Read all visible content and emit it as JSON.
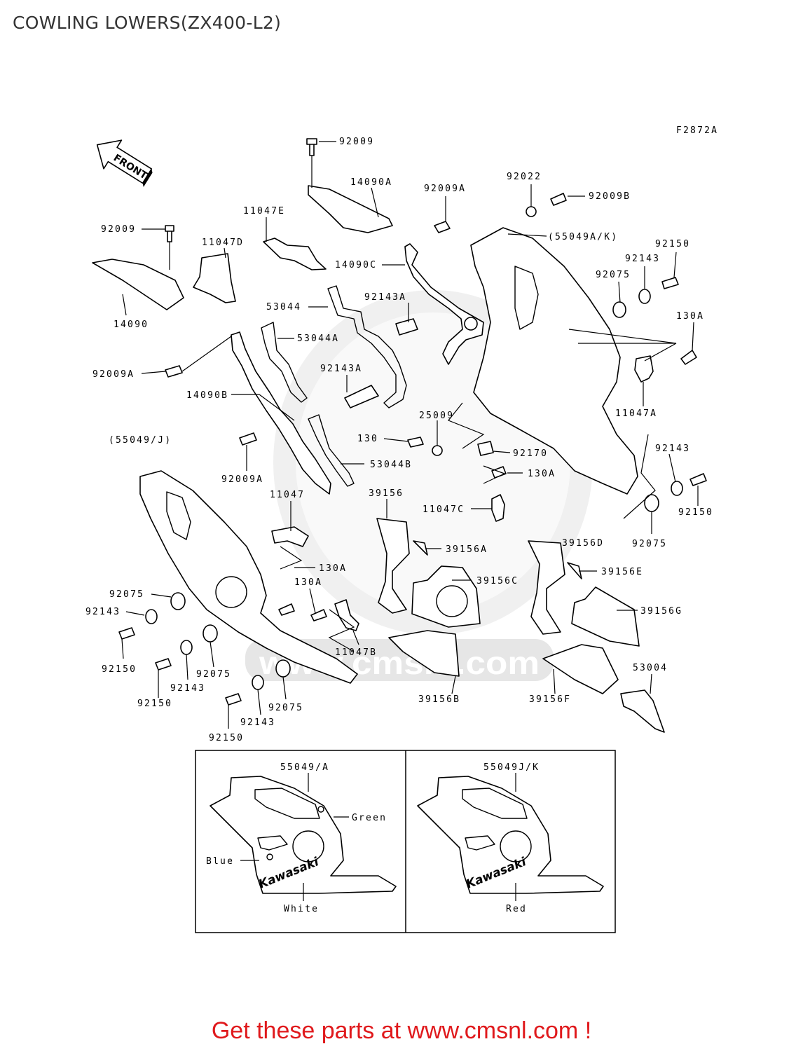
{
  "page": {
    "title": "COWLING LOWERS(ZX400-L2)",
    "figure_code": "F2872A",
    "front_arrow_label": "FRONT",
    "watermark": "www.cmsnl.com",
    "footer": "Get these parts at www.cmsnl.com !"
  },
  "callouts": [
    {
      "id": "92009",
      "text": "92009"
    },
    {
      "id": "14090A",
      "text": "14090A"
    },
    {
      "id": "92009A_top",
      "text": "92009A"
    },
    {
      "id": "92022",
      "text": "92022"
    },
    {
      "id": "92009B",
      "text": "92009B"
    },
    {
      "id": "55049AK",
      "text": "(55049A/K)"
    },
    {
      "id": "11047E",
      "text": "11047E"
    },
    {
      "id": "92009_left",
      "text": "92009"
    },
    {
      "id": "11047D",
      "text": "11047D"
    },
    {
      "id": "14090C",
      "text": "14090C"
    },
    {
      "id": "92150_tr",
      "text": "92150"
    },
    {
      "id": "92143_tr",
      "text": "92143"
    },
    {
      "id": "92075_tr",
      "text": "92075"
    },
    {
      "id": "14090",
      "text": "14090"
    },
    {
      "id": "53044",
      "text": "53044"
    },
    {
      "id": "92143A_top",
      "text": "92143A"
    },
    {
      "id": "130A_r",
      "text": "130A"
    },
    {
      "id": "53044A",
      "text": "53044A"
    },
    {
      "id": "92009A_mid",
      "text": "92009A"
    },
    {
      "id": "92143A_mid",
      "text": "92143A"
    },
    {
      "id": "14090B",
      "text": "14090B"
    },
    {
      "id": "11047A",
      "text": "11047A"
    },
    {
      "id": "25009",
      "text": "25009"
    },
    {
      "id": "55049J",
      "text": "(55049/J)"
    },
    {
      "id": "130",
      "text": "130"
    },
    {
      "id": "92170",
      "text": "92170"
    },
    {
      "id": "92143_r2",
      "text": "92143"
    },
    {
      "id": "92009A_low",
      "text": "92009A"
    },
    {
      "id": "53044B",
      "text": "53044B"
    },
    {
      "id": "130A_mid",
      "text": "130A"
    },
    {
      "id": "92150_r2",
      "text": "92150"
    },
    {
      "id": "11047",
      "text": "11047"
    },
    {
      "id": "39156",
      "text": "39156"
    },
    {
      "id": "11047C",
      "text": "11047C"
    },
    {
      "id": "92075_r2",
      "text": "92075"
    },
    {
      "id": "39156A",
      "text": "39156A"
    },
    {
      "id": "39156D",
      "text": "39156D"
    },
    {
      "id": "130A_low",
      "text": "130A"
    },
    {
      "id": "39156E",
      "text": "39156E"
    },
    {
      "id": "130A_low2",
      "text": "130A"
    },
    {
      "id": "39156C",
      "text": "39156C"
    },
    {
      "id": "92075_l",
      "text": "92075"
    },
    {
      "id": "92143_l",
      "text": "92143"
    },
    {
      "id": "39156G",
      "text": "39156G"
    },
    {
      "id": "11047B",
      "text": "11047B"
    },
    {
      "id": "92150_l",
      "text": "92150"
    },
    {
      "id": "92075_l2",
      "text": "92075"
    },
    {
      "id": "53004",
      "text": "53004"
    },
    {
      "id": "92150_l2",
      "text": "92150"
    },
    {
      "id": "92143_l2",
      "text": "92143"
    },
    {
      "id": "39156B",
      "text": "39156B"
    },
    {
      "id": "39156F",
      "text": "39156F"
    },
    {
      "id": "92075_l3",
      "text": "92075"
    },
    {
      "id": "92143_l3",
      "text": "92143"
    },
    {
      "id": "92150_l3",
      "text": "92150"
    }
  ],
  "inset": {
    "left": {
      "part": "55049/A",
      "brand": "Kawasaki",
      "colors": [
        "Green",
        "Blue",
        "White"
      ]
    },
    "right": {
      "part": "55049J/K",
      "brand": "Kawasaki",
      "colors": [
        "Red"
      ]
    }
  }
}
